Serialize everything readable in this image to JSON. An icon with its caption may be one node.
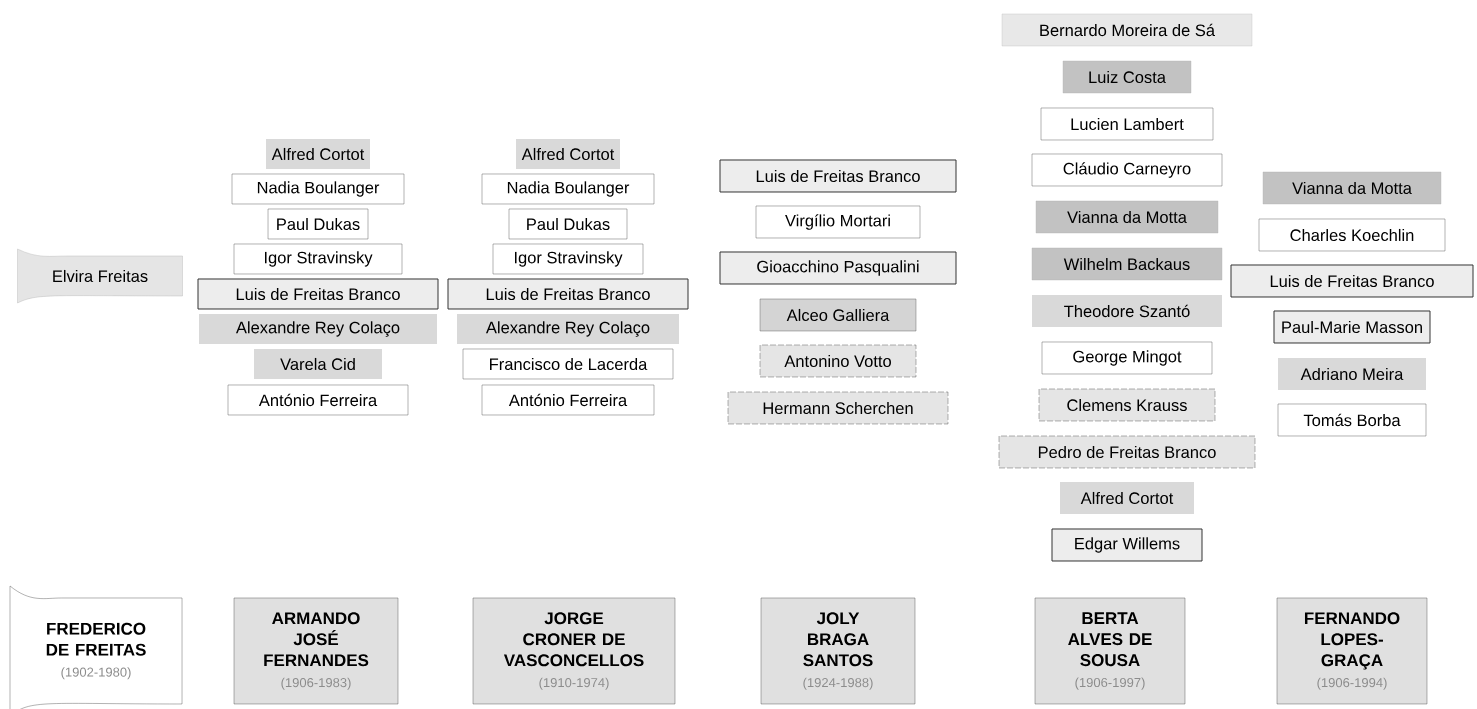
{
  "diagram": {
    "nodes": [
      {
        "text": [
          "Elvira Freitas"
        ]
      },
      {
        "text": [
          "Alfred Cortot"
        ]
      },
      {
        "text": [
          "Nadia Boulanger"
        ]
      },
      {
        "text": [
          "Paul Dukas"
        ]
      },
      {
        "text": [
          "Igor Stravinsky"
        ]
      },
      {
        "text": [
          "Luis de Freitas Branco"
        ]
      },
      {
        "text": [
          "Alexandre Rey Colaço"
        ]
      },
      {
        "text": [
          "Varela Cid"
        ]
      },
      {
        "text": [
          "António Ferreira"
        ]
      },
      {
        "text": [
          "Alfred Cortot"
        ]
      },
      {
        "text": [
          "Nadia Boulanger"
        ]
      },
      {
        "text": [
          "Paul Dukas"
        ]
      },
      {
        "text": [
          "Igor Stravinsky"
        ]
      },
      {
        "text": [
          "Luis de Freitas Branco"
        ]
      },
      {
        "text": [
          "Alexandre Rey Colaço"
        ]
      },
      {
        "text": [
          "Francisco de Lacerda"
        ]
      },
      {
        "text": [
          "António Ferreira"
        ]
      },
      {
        "text": [
          "Luis de Freitas Branco"
        ]
      },
      {
        "text": [
          "Virgílio Mortari"
        ]
      },
      {
        "text": [
          "Gioacchino Pasqualini"
        ]
      },
      {
        "text": [
          "Alceo Galliera"
        ]
      },
      {
        "text": [
          "Antonino Votto"
        ]
      },
      {
        "text": [
          "Hermann Scherchen"
        ]
      },
      {
        "text": [
          "Bernardo Moreira de Sá"
        ]
      },
      {
        "text": [
          "Luiz Costa"
        ]
      },
      {
        "text": [
          "Lucien Lambert"
        ]
      },
      {
        "text": [
          "Cláudio Carneyro"
        ]
      },
      {
        "text": [
          "Vianna da Motta"
        ]
      },
      {
        "text": [
          "Wilhelm Backaus"
        ]
      },
      {
        "text": [
          "Theodore Szantó"
        ]
      },
      {
        "text": [
          "George Mingot"
        ]
      },
      {
        "text": [
          "Clemens Krauss"
        ]
      },
      {
        "text": [
          "Pedro de Freitas Branco"
        ]
      },
      {
        "text": [
          "Alfred Cortot"
        ]
      },
      {
        "text": [
          "Edgar Willems"
        ]
      },
      {
        "text": [
          "Vianna da Motta"
        ]
      },
      {
        "text": [
          "Charles Koechlin"
        ]
      },
      {
        "text": [
          "Luis de Freitas Branco"
        ]
      },
      {
        "text": [
          "Paul-Marie Masson"
        ]
      },
      {
        "text": [
          "Adriano Meira"
        ]
      },
      {
        "text": [
          "Tomás Borba"
        ]
      },
      {
        "text": [
          "FREDERICO DE FREITAS",
          "(1902-1980)"
        ]
      },
      {
        "text": [
          "ARMANDO JOSÉ FERNANDES",
          "(1906-1983)"
        ]
      },
      {
        "text": [
          "JORGE CRONER DE VASCONCELLOS",
          "(1910-1974)"
        ]
      },
      {
        "text": [
          "JOLY BRAGA SANTOS",
          "(1924-1988)"
        ]
      },
      {
        "text": [
          "BERTA ALVES DE SOUSA",
          "(1906-1997)"
        ]
      },
      {
        "text": [
          "FERNANDO LOPES-GRAÇA",
          "(1906-1994)"
        ]
      }
    ]
  }
}
